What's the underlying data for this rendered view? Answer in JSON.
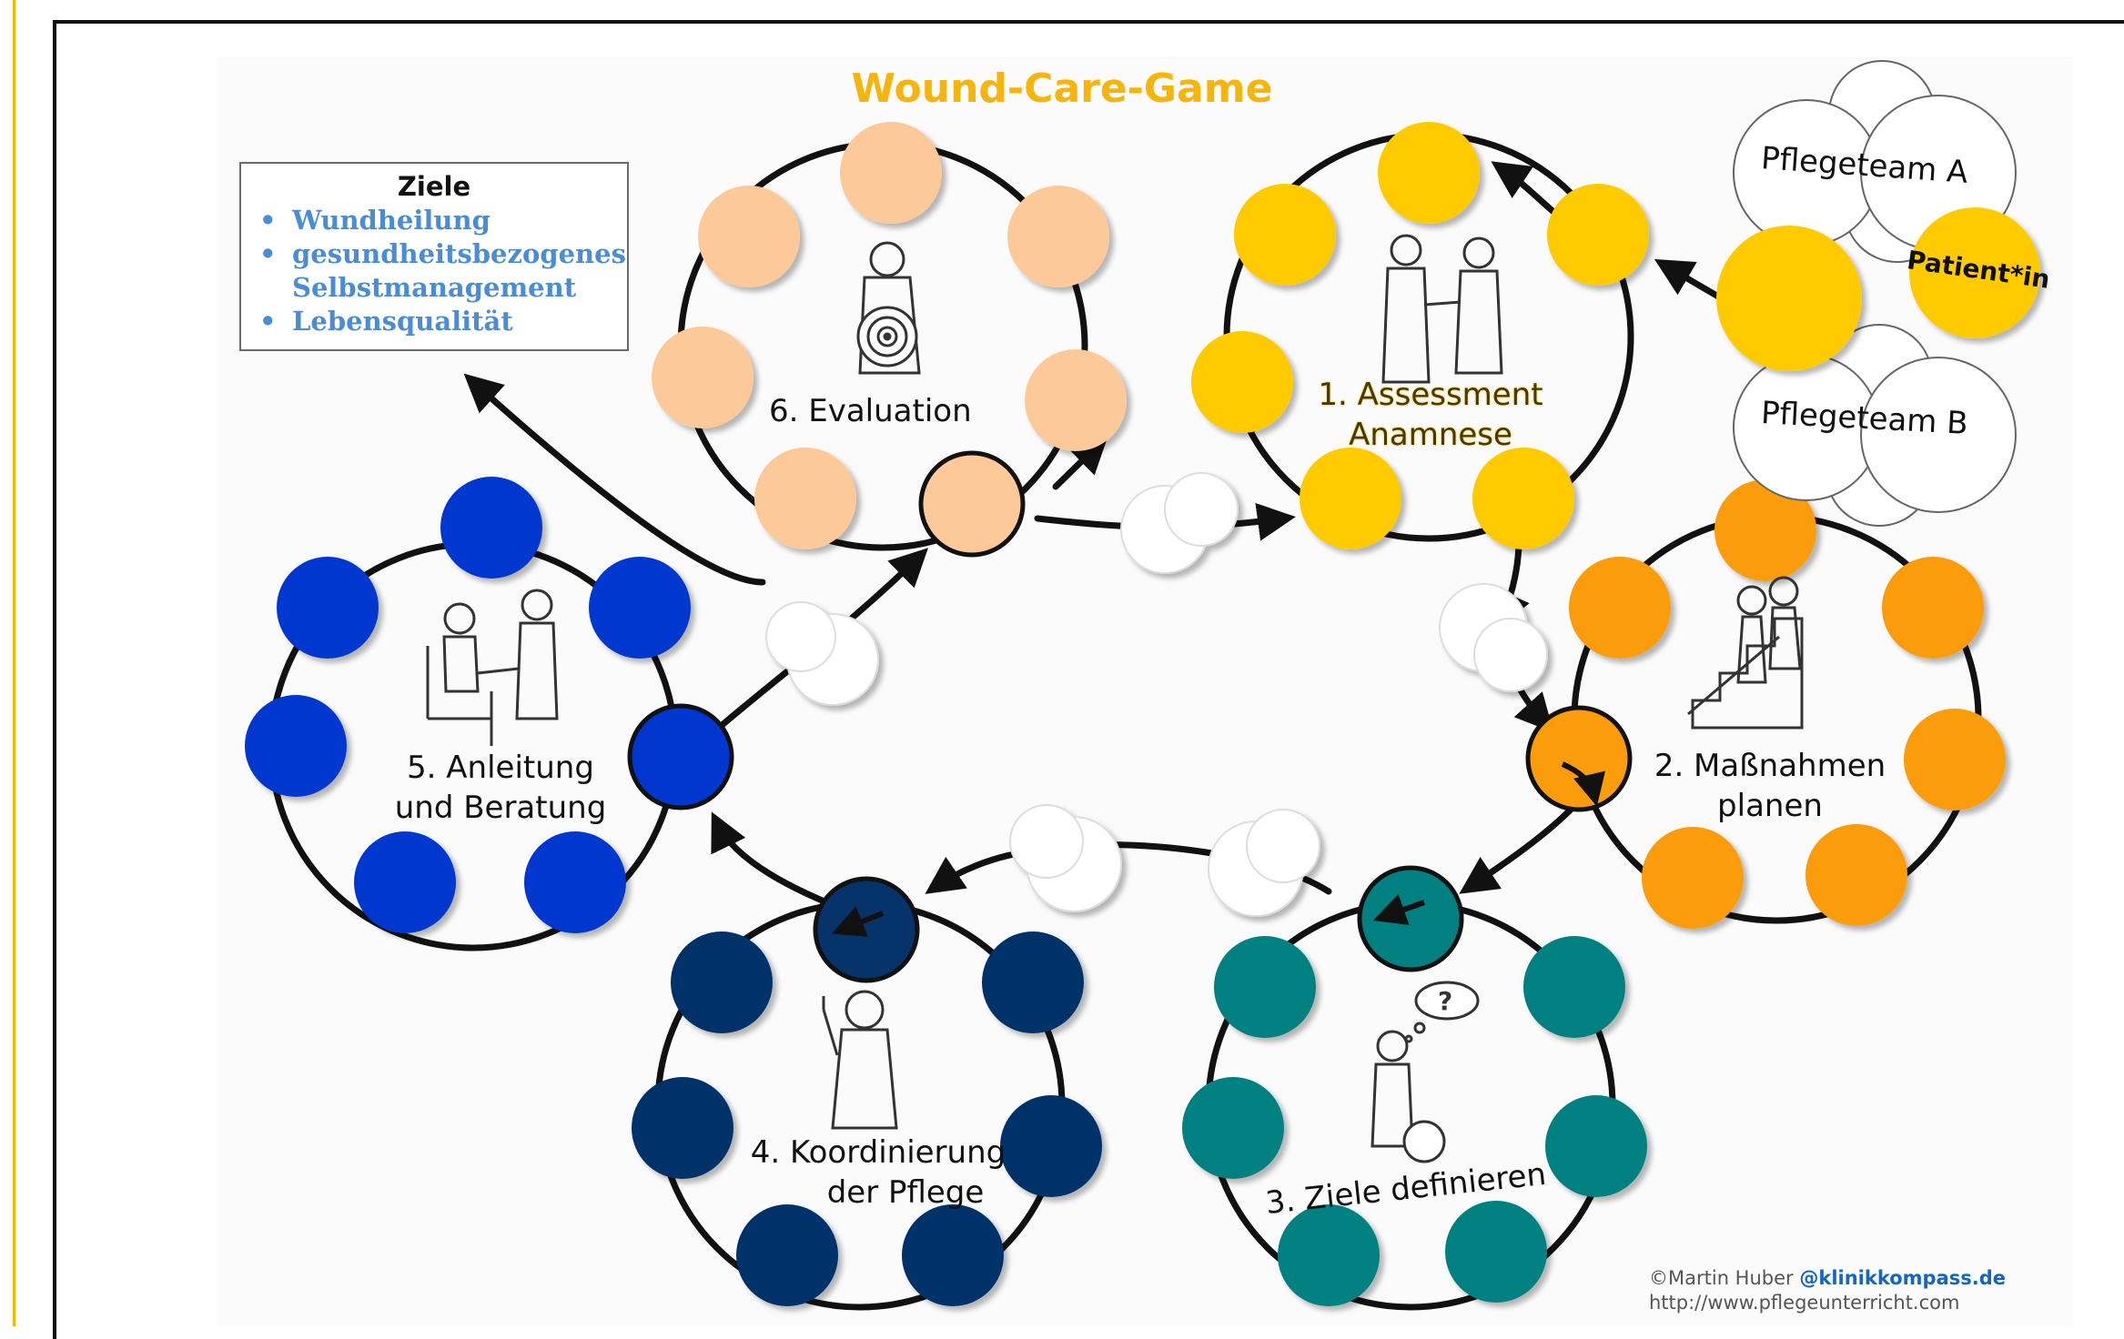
{
  "title": "Wound-Care-Game",
  "goals": {
    "heading": "Ziele",
    "items": [
      "Wundheilung",
      "gesundheitsbezogenes",
      "Selbstmanagement",
      "Lebensqualität"
    ]
  },
  "teams": {
    "team_a": "Pflegeteam A",
    "team_b": "Pflegeteam B",
    "patient": "Patient*in"
  },
  "stations": {
    "assessment": {
      "line1": "1. Assessment",
      "line2": "Anamnese",
      "color": "#ffcb05"
    },
    "planning": {
      "line1": "2. Maßnahmen",
      "line2": "planen",
      "color": "#fb9c0d"
    },
    "goals_def": {
      "line1": "3. Ziele definieren",
      "color": "#008081"
    },
    "coordination": {
      "line1": "4. Koordinierung",
      "line2": "der Pflege",
      "color": "#05336a"
    },
    "guidance": {
      "line1": "5. Anleitung",
      "line2": "und Beratung",
      "color": "#0137cf"
    },
    "evaluation": {
      "line1": "6. Evaluation",
      "color": "#fdc999"
    }
  },
  "credit": {
    "author": "©Martin Huber",
    "handle": "@klinikkompass.de",
    "url": "http://www.pflegeunterricht.com"
  }
}
